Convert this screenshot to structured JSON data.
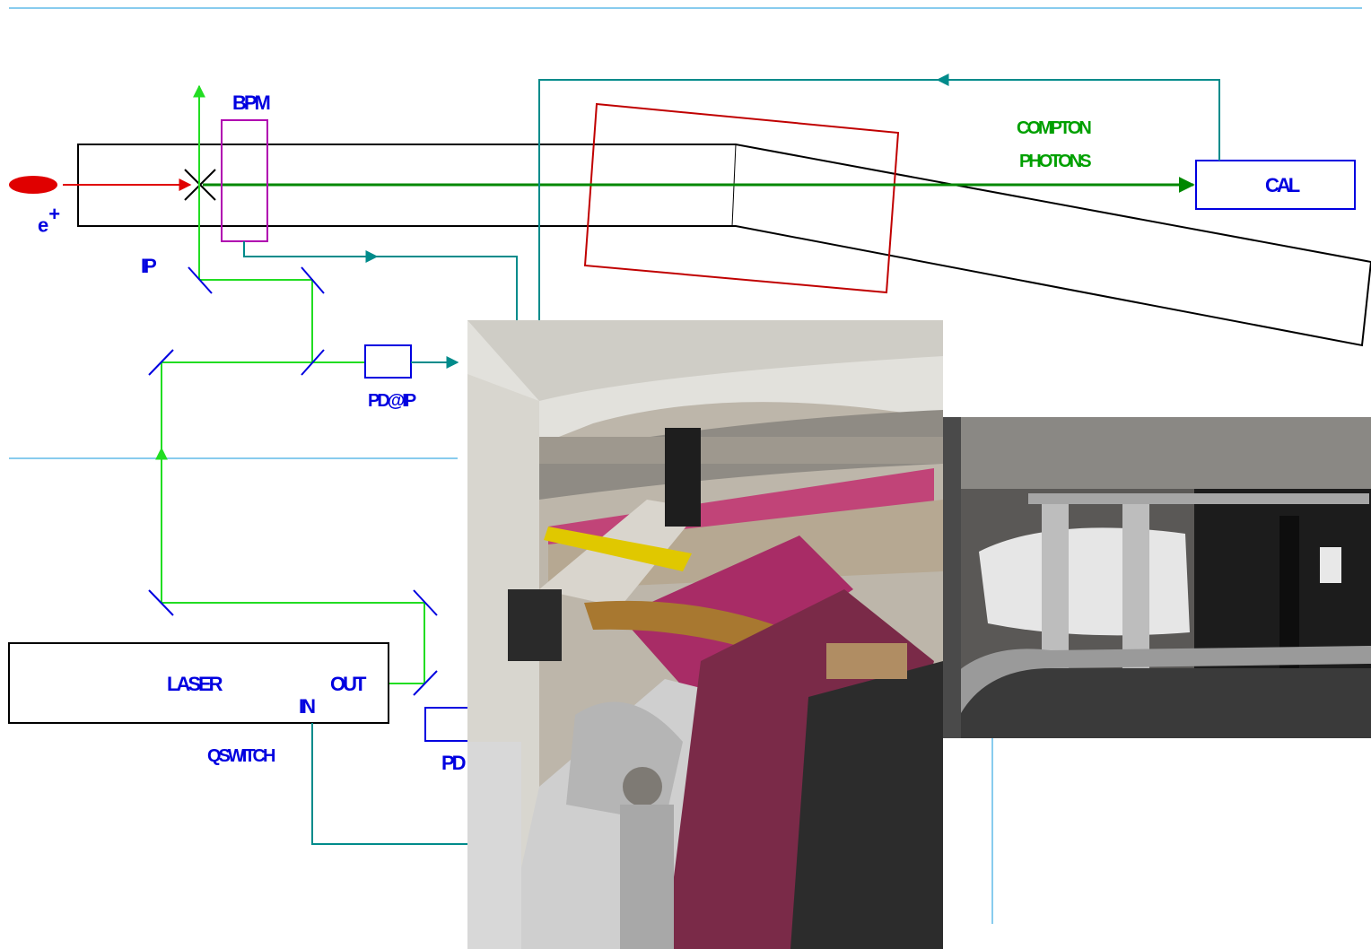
{
  "labels": {
    "positron": "e",
    "positron_sign": "+",
    "ip": "IP",
    "bpm": "BPM",
    "compton_line1": "COMPTON",
    "compton_line2": "PHOTONS",
    "cal": "CAL",
    "pd_ip": "PD@IP",
    "laser": "LASER",
    "out": "OUT",
    "in": "IN",
    "qswitch": "QSWITCH",
    "pd_partial": "PD"
  },
  "colors": {
    "positron_beam": "#e00000",
    "laser_beam": "#22dd22",
    "compton_beam": "#008800",
    "signal_cable": "#008b8b",
    "bpm_box": "#b000b0",
    "magnet_box": "#c00000",
    "detector_box": "#0000e0",
    "separator_line": "#88ccee"
  },
  "photos": [
    {
      "name": "accelerator-tunnel-photo"
    },
    {
      "name": "detector-housing-photo"
    }
  ]
}
